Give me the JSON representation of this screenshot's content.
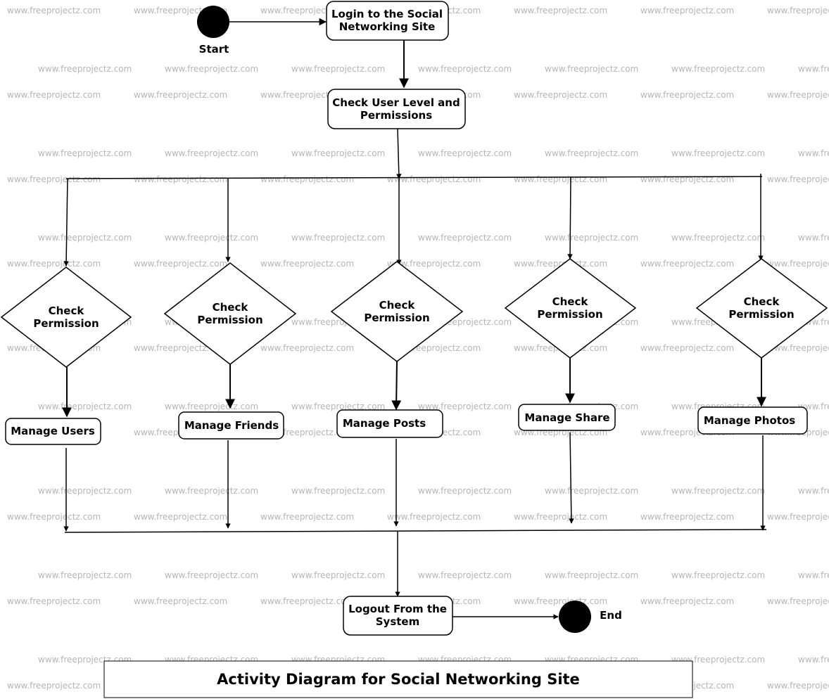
{
  "watermark": "www.freeprojectz.com",
  "colors": {
    "ink": "#000000",
    "watermark": "#b5b5b5",
    "background": "#ffffff"
  },
  "diagram": {
    "start_label": "Start",
    "end_label": "End",
    "login": [
      "Login to the Social",
      "Networking Site"
    ],
    "check_level": [
      "Check User Level and",
      "Permissions"
    ],
    "check_permission": [
      "Check",
      "Permission"
    ],
    "manage": {
      "users": "Manage Users",
      "friends": "Manage Friends",
      "posts": "Manage Posts",
      "share": "Manage Share",
      "photos": "Manage Photos"
    },
    "logout": [
      "Logout From the",
      "System"
    ],
    "title": "Activity Diagram for Social Networking Site"
  }
}
